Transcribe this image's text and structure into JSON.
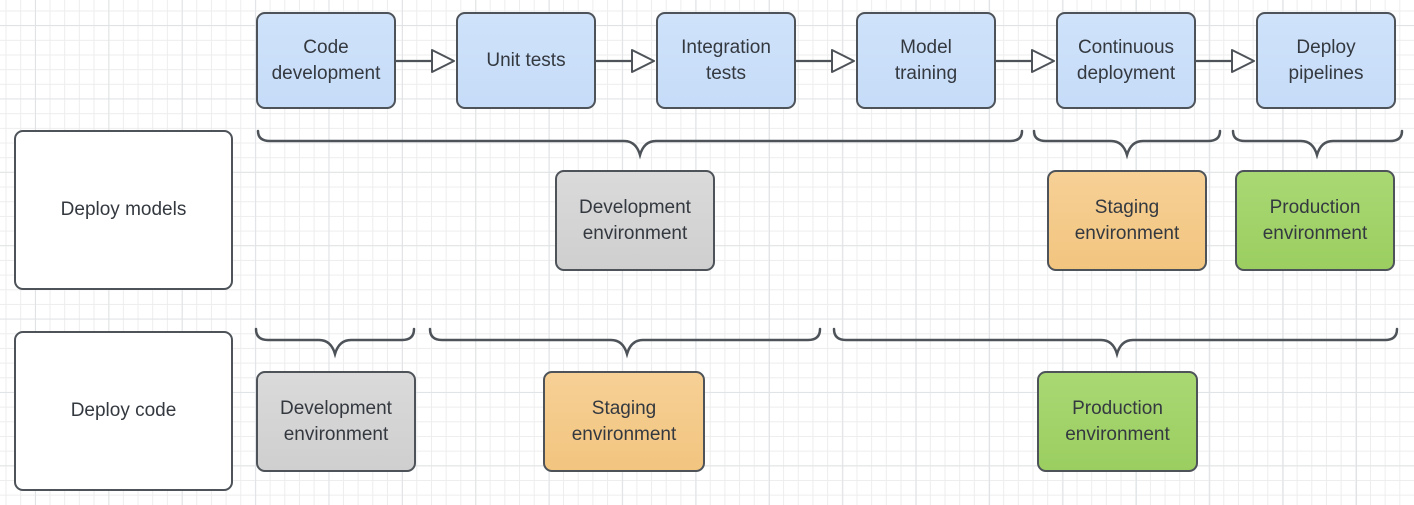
{
  "diagram": {
    "pipeline": {
      "steps": [
        {
          "label": "Code development"
        },
        {
          "label": "Unit tests"
        },
        {
          "label": "Integration tests"
        },
        {
          "label": "Model training"
        },
        {
          "label": "Continuous deployment"
        },
        {
          "label": "Deploy pipelines"
        }
      ]
    },
    "rows": [
      {
        "label": "Deploy models",
        "environments": [
          {
            "name": "development",
            "label": "Development environment"
          },
          {
            "name": "staging",
            "label": "Staging environment"
          },
          {
            "name": "production",
            "label": "Production environment"
          }
        ]
      },
      {
        "label": "Deploy code",
        "environments": [
          {
            "name": "development",
            "label": "Development environment"
          },
          {
            "name": "staging",
            "label": "Staging environment"
          },
          {
            "name": "production",
            "label": "Production environment"
          }
        ]
      }
    ]
  },
  "colors": {
    "step_fill": "#cfe2fa",
    "step_fill_bottom": "#c6dcf8",
    "development_fill": "#dadada",
    "development_fill_bottom": "#cfcfcf",
    "staging_fill": "#f7d096",
    "staging_fill_bottom": "#f2c57f",
    "production_fill": "#a9d873",
    "production_fill_bottom": "#9bce61",
    "shape_stroke": "#4d5359",
    "connector_stroke": "#4d5359",
    "label_text": "#343940",
    "grid_minor": "#ededed",
    "grid_major": "#e0e3e6",
    "canvas_bg": "#ffffff",
    "white_fill": "#ffffff"
  }
}
